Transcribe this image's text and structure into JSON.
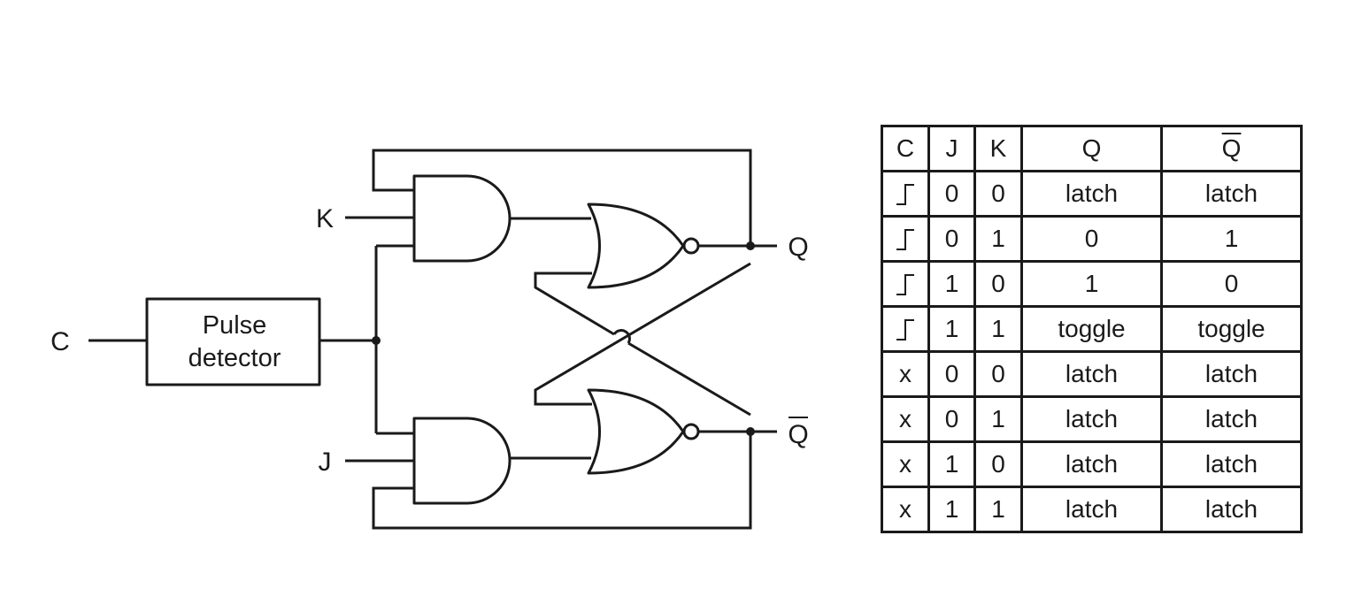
{
  "diagram": {
    "labels": {
      "clock_input": "C",
      "k_input": "K",
      "j_input": "J",
      "q_output": "Q",
      "q_bar_output": "Q"
    },
    "pulse_detector": {
      "line1": "Pulse",
      "line2": "detector"
    }
  },
  "truth_table": {
    "headers": [
      "C",
      "J",
      "K",
      "Q",
      "Q"
    ],
    "rows": [
      {
        "c": "rising-edge-icon",
        "j": "0",
        "k": "0",
        "q": "latch",
        "qbar": "latch"
      },
      {
        "c": "rising-edge-icon",
        "j": "0",
        "k": "1",
        "q": "0",
        "qbar": "1"
      },
      {
        "c": "rising-edge-icon",
        "j": "1",
        "k": "0",
        "q": "1",
        "qbar": "0"
      },
      {
        "c": "rising-edge-icon",
        "j": "1",
        "k": "1",
        "q": "toggle",
        "qbar": "toggle"
      },
      {
        "c": "x",
        "j": "0",
        "k": "0",
        "q": "latch",
        "qbar": "latch"
      },
      {
        "c": "x",
        "j": "0",
        "k": "1",
        "q": "latch",
        "qbar": "latch"
      },
      {
        "c": "x",
        "j": "1",
        "k": "0",
        "q": "latch",
        "qbar": "latch"
      },
      {
        "c": "x",
        "j": "1",
        "k": "1",
        "q": "latch",
        "qbar": "latch"
      }
    ]
  }
}
